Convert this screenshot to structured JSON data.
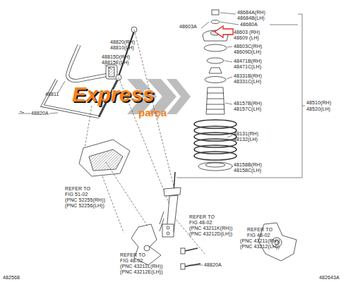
{
  "diagram": {
    "labels": [
      "48684A(RH)",
      "48684B(LH)",
      "48680A",
      "48603A",
      "48603 (RH)",
      "48609 (LH)",
      "48603C(RH)",
      "48609D(LH)",
      "48471B(RH)",
      "48471C(LH)",
      "48331B(RH)",
      "48331C(LH)",
      "48157B(RH)",
      "48157C(LH)",
      "48510(RH)",
      "48520(LH)",
      "48131(RH)",
      "48132(LH)",
      "48158B(RH)",
      "48158C(LH)",
      "48820(RH)",
      "48810(LH)",
      "48815D(RH)",
      "48815E(LH)",
      "48811",
      "48820A",
      "REFER TO",
      "FIG 51-02",
      "(PNC 52255(RH))",
      "(PNC 52256(LH))",
      "REFER TO",
      "FIG 48-02",
      "(PNC 43211K(RH))",
      "(PNC 43212D(LH))",
      "REFER TO",
      "FIG 48-02",
      "(PNC 43211(RH))",
      "(PNC 43212(LH))",
      "REFER TO",
      "FIG 48-02",
      "(PNC 43211L(RH))",
      "(PNC 43212E(LH))",
      "48820A",
      "482568",
      "482643A",
      "Express",
      "parça"
    ]
  }
}
